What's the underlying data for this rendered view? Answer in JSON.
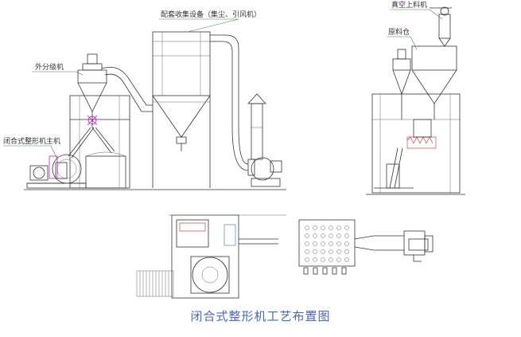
{
  "labels": {
    "dust_collector": "配套收集设备（集尘、引风机）",
    "classifier": "外分级机",
    "shaping_machine": "闭合式整形机主机",
    "vacuum_feeder": "真空上料机",
    "raw_bin": "原料仓"
  },
  "caption": "闭合式整形机工艺布置图",
  "colors": {
    "caption": "#4a66b8",
    "leader": "#3a8a3a",
    "line": "#333333",
    "accent_magenta": "#c000c0",
    "accent_blue": "#2c6fd0",
    "accent_red": "#d02020"
  }
}
